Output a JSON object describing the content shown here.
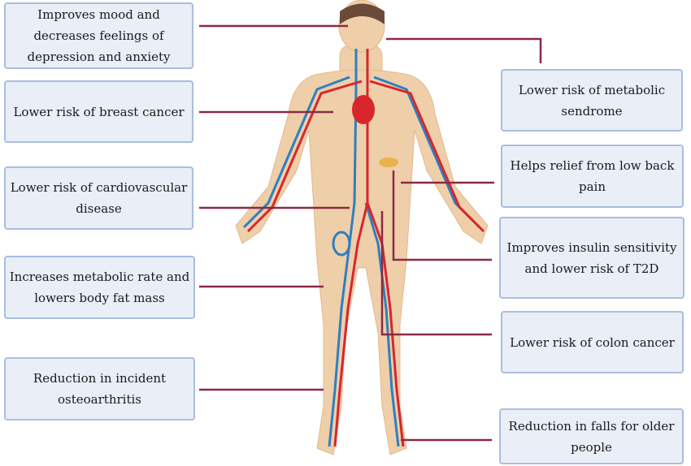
{
  "colors": {
    "connector": "#8b2a45",
    "box_fill": "#e9eef7",
    "box_border": "#a9bede",
    "skin": "#efcfa9",
    "artery": "#d8262c",
    "vein": "#2f7fc0"
  },
  "left_boxes": [
    {
      "label": "Improves mood and decreases feelings of depression and anxiety"
    },
    {
      "label": "Lower risk of breast cancer"
    },
    {
      "label": "Lower risk of cardiovascular disease"
    },
    {
      "label": "Increases metabolic rate and lowers body fat mass"
    },
    {
      "label": "Reduction in incident osteoarthritis"
    }
  ],
  "right_boxes": [
    {
      "label": "Lower risk of metabolic sendrome"
    },
    {
      "label": "Helps relief from low back pain"
    },
    {
      "label": "Improves insulin sensitivity and lower risk of T2D"
    },
    {
      "label": "Lower risk of colon cancer"
    },
    {
      "label": "Reduction in falls for older people"
    }
  ]
}
